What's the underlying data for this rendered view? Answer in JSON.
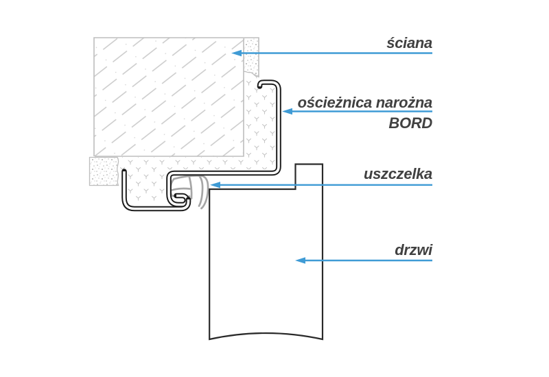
{
  "diagram": {
    "labels": {
      "wall": "ściana",
      "frame_line1": "ościeżnica narożna",
      "frame_line2": "BORD",
      "gasket": "uszczelka",
      "door": "drzwi"
    },
    "colors": {
      "arrow_blue": "#3f9bd5",
      "profile_dark": "#1c1c1c",
      "hatch_gray": "#c9c9c9",
      "gasket_gray": "#a6a6a6",
      "text_gray": "#414141"
    }
  }
}
